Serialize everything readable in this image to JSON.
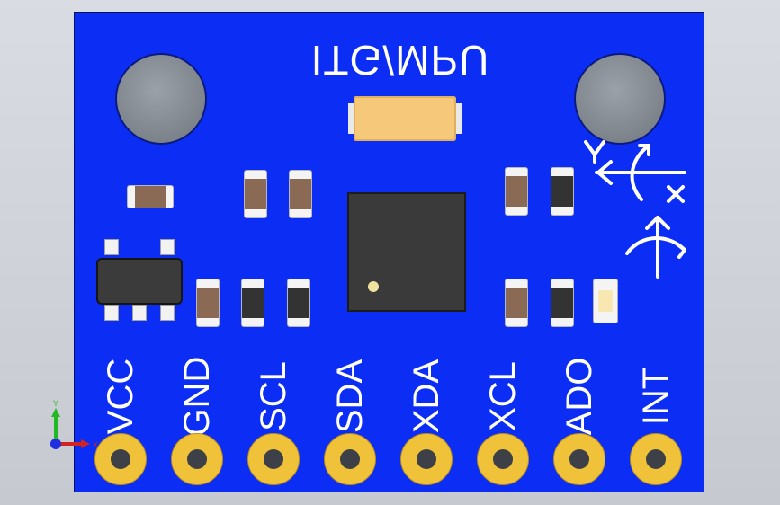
{
  "board": {
    "silkscreen_title": "ITG/MPU",
    "pins": [
      "VCC",
      "GND",
      "SCL",
      "SDA",
      "XDA",
      "XCL",
      "ADO",
      "INT"
    ]
  },
  "axis_indicators": {
    "board_axes": [
      "Y",
      "X"
    ],
    "view_triad": [
      "Y",
      "X"
    ]
  },
  "colors": {
    "pcb": "#0c2df3",
    "pad_gold": "#f0c23a",
    "silkscreen": "#ffffff",
    "background": "#d2d6dc"
  }
}
